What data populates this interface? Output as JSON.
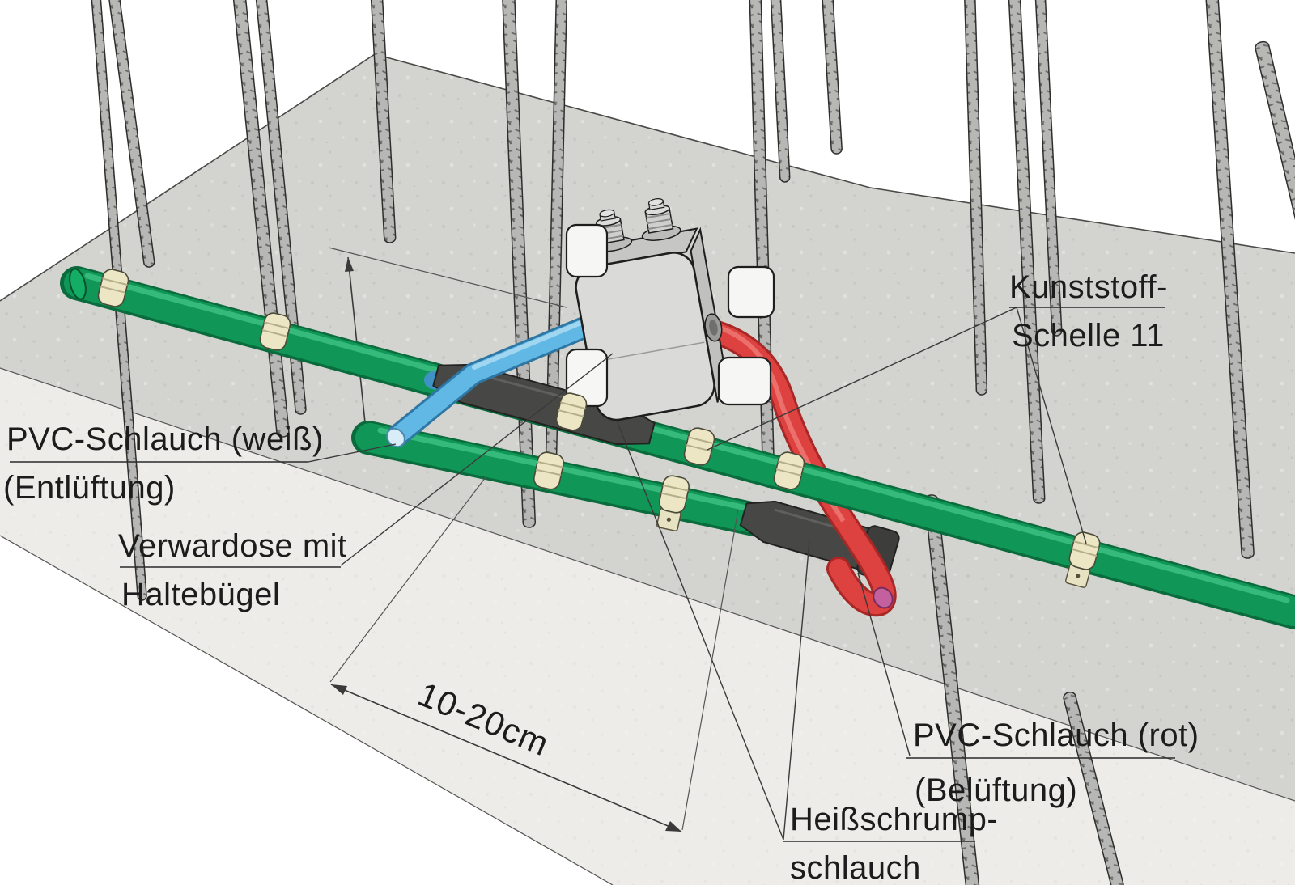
{
  "diagram": {
    "title_hint": "Einbau Verwahrdose mit Schlaeuchen in Betondecke (technische Illustration)",
    "labels": {
      "clamp": {
        "line1": "Kunststoff-",
        "line2": "Schelle 11"
      },
      "hose_white": {
        "line1": "PVC-Schlauch (weiß)",
        "line2": "(Entlüftung)"
      },
      "junction_box": {
        "line1": "Verwardose mit",
        "line2": "Haltebügel"
      },
      "hose_red": {
        "line1": "PVC-Schlauch (rot)",
        "line2": "(Belüftung)"
      },
      "heat_shrink": {
        "line1": "Heißschrump-",
        "line2": "schlauch"
      },
      "dimension": "10-20cm"
    },
    "colors": {
      "pipe_green": "#109757",
      "pipe_green_dark": "#0a6b3c",
      "pipe_green_light": "#3cc183",
      "hose_blue": "#62b8e4",
      "hose_blue_dark": "#3f93c4",
      "hose_red": "#dd4140",
      "hose_red_dark": "#a82826",
      "hose_end_pink": "#c2619e",
      "clamp_cream": "#ece6c4",
      "heat_shrink_dark": "#474745",
      "concrete_top": "#d3d3d0",
      "concrete_front": "#edece8",
      "rebar_gray": "#b7b7b5",
      "box_gray": "#dadad8",
      "strap_white": "#f6f6f4"
    }
  }
}
